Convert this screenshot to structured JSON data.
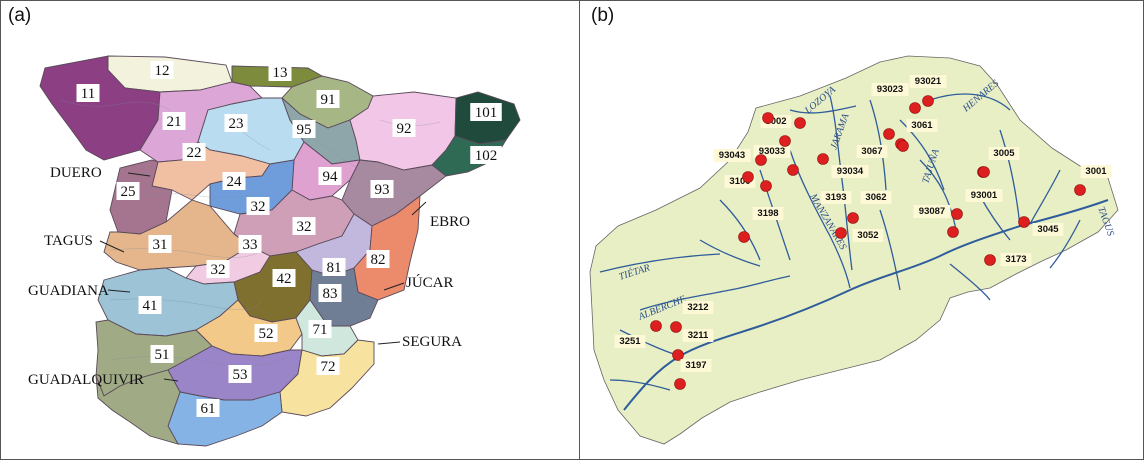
{
  "panels": {
    "a": {
      "label": "(a)"
    },
    "b": {
      "label": "(b)"
    }
  },
  "colors": {
    "frame": "#555555",
    "land_b": "#e9efc4",
    "rivers_b": "#2f5d9c",
    "gauge": "#dd1f1f",
    "label_box": "#fdf8d6"
  },
  "map_a": {
    "regions": [
      {
        "id": "11",
        "color": "#8c3f82"
      },
      {
        "id": "12",
        "color": "#f3f2dc"
      },
      {
        "id": "13",
        "color": "#7d8b3c"
      },
      {
        "id": "91",
        "color": "#a6b685"
      },
      {
        "id": "21",
        "color": "#dca6d6"
      },
      {
        "id": "23",
        "color": "#b9dcf0"
      },
      {
        "id": "95",
        "color": "#8ea6aa"
      },
      {
        "id": "92",
        "color": "#f2c6e6"
      },
      {
        "id": "101",
        "color": "#1f4a3c"
      },
      {
        "id": "102",
        "color": "#2f6a55"
      },
      {
        "id": "22",
        "color": "#f1c0a2"
      },
      {
        "id": "24",
        "color": "#6f9ddc"
      },
      {
        "id": "94",
        "color": "#dfa1cf"
      },
      {
        "id": "93",
        "color": "#a78aa0"
      },
      {
        "id": "25",
        "color": "#a5758f"
      },
      {
        "id": "32",
        "color": "#cf9fb8"
      },
      {
        "id": "31",
        "color": "#e5b68c"
      },
      {
        "id": "33",
        "color": "#f0cbe2"
      },
      {
        "id": "81",
        "color": "#c2b8dd"
      },
      {
        "id": "82",
        "color": "#ec8a6c"
      },
      {
        "id": "42",
        "color": "#807030"
      },
      {
        "id": "41",
        "color": "#9cc3d6"
      },
      {
        "id": "83",
        "color": "#6f7e95"
      },
      {
        "id": "52",
        "color": "#f3c98a"
      },
      {
        "id": "71",
        "color": "#cfe7dc"
      },
      {
        "id": "51",
        "color": "#a0ab85"
      },
      {
        "id": "53",
        "color": "#9a85c8"
      },
      {
        "id": "72",
        "color": "#f7e2a0"
      },
      {
        "id": "61",
        "color": "#86b3e6"
      }
    ],
    "rivers": [
      "DUERO",
      "TAGUS",
      "GUADIANA",
      "GUADALQUIVIR",
      "EBRO",
      "JÚCAR",
      "SEGURA"
    ]
  },
  "map_b": {
    "rivers": [
      "LOZOYA",
      "JARAMA",
      "HENARES",
      "TAJUÑA",
      "MANZANARES",
      "TIÉTAR",
      "ALBERCHE",
      "TAGUS"
    ],
    "gauges": [
      "93021",
      "93023",
      "3002",
      "3061",
      "93033",
      "3067",
      "93043",
      "93034",
      "3005",
      "3001",
      "3100",
      "3193",
      "3062",
      "93087",
      "93001",
      "3045",
      "3198",
      "3052",
      "3173",
      "3212",
      "3251",
      "3211",
      "3197"
    ]
  }
}
